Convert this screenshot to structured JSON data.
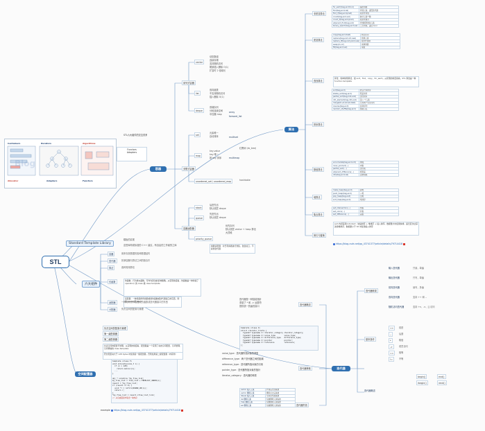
{
  "root": "STL",
  "hubs": {
    "containers": "容器",
    "iterators": "迭代器",
    "algorithms": "算法",
    "allocator": "空间配置器"
  },
  "left": {
    "stl_full_name": "Standard Template Library",
    "stl_desc1": "模板的实现",
    "stl_desc2": "这些库构成标准的 C++ 建议，有自由的工作者的之库",
    "six_components": "六大组件",
    "comp_items": [
      "容器",
      "迭代器",
      "算法",
      "仿函数",
      "适配器",
      "分配器"
    ],
    "comp_descs": [
      "用来存放数据的各种数据结构",
      "扮演容器与算法之间的胶合剂",
      "各种常用算法",
      "行为类似函数，可作为算法的某种策略",
      "一种用来修饰容器或仿函数或迭代器接口的东西",
      "负责空间的配置与管理"
    ],
    "func_para": "仿函数：行为类似函数，可作为算法的某种策略。从实现角度看，仿函数是一种重载了 operator() 的 class 或 class template",
    "adapter_para": "适配器：一种用来修饰容器或者仿函数或迭代器接口的东西，例如 queue 和 stack",
    "alloc_items": [
      "负责空间的配置与管理",
      "第一级配置器",
      "第二级配置器"
    ],
    "alloc_para1": "负责空间的配置与管理，从实现的角度看，配置器是一个实现了动态空间配置、空间管理、空间释放的 class template",
    "alloc_para2": "若分配区块大于 128 bytes 时使用第一级配置器，否则使用第二级配置器（内存池）",
    "code_lines": [
      "template <class T>",
      "void allocate(size_t n) {",
      "  if (n > 128)",
      "    return malloc(n);",
      "  ...",
      "}",
      "",
      "obj * volatile *my_free_list;",
      "my_free_list = free_list + FREELIST_INDEX(n);",
      "result = *my_free_list;",
      "if (result == 0) {",
      "  void *r = refill(ROUND_UP(n));",
      "  return r;",
      "}",
      "*my_free_list = result->free_list_link;"
    ],
    "code_comment": "// 从自由链表中取出一块内存",
    "link1": "https://blog.csdn.net/qq_43741377/article/details/79714418",
    "example_label": "example"
  },
  "containers": {
    "seq": "序列式容器",
    "assoc": "关联式容器",
    "adaptor": "容器适配器",
    "vector_label": "vector",
    "list_label": "list",
    "deque_label": "deque",
    "array_label": "array",
    "forward_list_label": "forward_list",
    "set_label": "set",
    "map_label": "map",
    "multiset_label": "multiset",
    "multimap_label": "multimap",
    "unordered_label": "unordered_set / unordered_map",
    "stack_label": "stack",
    "queue_label": "queue",
    "priority_label": "priority_queue",
    "hash_label": "hashtable",
    "rb_label": "红黑树 (rb_tree)",
    "vector_items": [
      "动态数组",
      "连续存储",
      "支持随机访问",
      "尾部插入删除 O(1)",
      "扩容时 2 倍增长"
    ],
    "list_items": [
      "双向链表",
      "不支持随机访问",
      "插入删除 O(1)"
    ],
    "deque_items": [
      "双端队列",
      "分段连续空间",
      "中控器 map"
    ],
    "set_items": [
      "元素唯一",
      "自动排序"
    ],
    "map_items": [
      "key-value",
      "key 唯一",
      "按 key 排序"
    ],
    "stack_items": [
      "后进先出",
      "默认底层 deque"
    ],
    "queue_items": [
      "先进先出",
      "默认底层 deque"
    ],
    "priority_items": [
      "优先队列",
      "默认底层 vector + heap 算法",
      "大顶堆"
    ],
    "adapter_para": "容器适配器：对已有容器进行封装，改变接口，不提供迭代器"
  },
  "diagram": {
    "title_iter": "Iterators",
    "title_alloc": "Allocator",
    "title_cont": "Containers",
    "title_algo": "Algorithms",
    "title_func": "Functors",
    "title_adapt": "Adapters",
    "caption": "STL六大组件的交互关系",
    "watermark": "Blog"
  },
  "algorithms": {
    "non_mutating": "非质变算法",
    "mutating": "质变算法",
    "numeric": "数值算法",
    "sort": "排序算法",
    "search": "查找算法",
    "heap": "堆算法",
    "set_ops": "集合算法",
    "copy": "拷贝与替换",
    "general_para": "算法：各种常用算法，如 sort、find、copy、for_each。从实现的角度来看，STL 算法是一种 function template",
    "table1": [
      [
        "for_each(beg,end,func)",
        "遍历容器"
      ],
      [
        "find(beg,end,val)",
        "查找元素，返回迭代器"
      ],
      [
        "find_if(beg,end,pred)",
        "按条件查找"
      ],
      [
        "count(beg,end,val)",
        "统计元素个数"
      ],
      [
        "count_if(beg,end,pred)",
        "按条件统计"
      ],
      [
        "adjacent_find(beg,end)",
        "查找相邻重复元素"
      ],
      [
        "binary_search(beg,end,val)",
        "二分查找，返回 bool"
      ]
    ],
    "table2": [
      [
        "sort(beg,end)",
        "默认升序排序"
      ],
      [
        "stable_sort(beg,end)",
        "稳定排序"
      ],
      [
        "partial_sort(beg,mid,end)",
        "部分排序"
      ],
      [
        "nth_element(beg,nth,end)",
        "第 n 个元素"
      ],
      [
        "merge(b1,e1,b2,e2,dest)",
        "合并两个有序序列"
      ],
      [
        "reverse(beg,end)",
        "反转序列"
      ],
      [
        "random_shuffle(beg,end)",
        "随机打乱"
      ]
    ],
    "table3": [
      [
        "copy(beg,end,dest)",
        "拷贝区间"
      ],
      [
        "replace(beg,end,old,new)",
        "替换元素"
      ],
      [
        "replace_if(beg,end,pred,new)",
        "按条件替换"
      ],
      [
        "swap(c1,c2)",
        "交换容器"
      ],
      [
        "fill(beg,end,val)",
        "填充"
      ]
    ],
    "table4": [
      [
        "accumulate(beg,end,init)",
        "求和"
      ],
      [
        "inner_product(...)",
        "内积"
      ],
      [
        "partial_sum(...)",
        "部分和"
      ],
      [
        "adjacent_difference(...)",
        "相邻差"
      ],
      [
        "iota(beg,end,val)",
        "递增填充"
      ]
    ],
    "table5": [
      [
        "make_heap(beg,end)",
        "建堆"
      ],
      [
        "push_heap(beg,end)",
        "入堆"
      ],
      [
        "pop_heap(beg,end)",
        "出堆"
      ],
      [
        "sort_heap(beg,end)",
        "堆排序"
      ]
    ],
    "table6": [
      [
        "set_intersection(...)",
        "交集"
      ],
      [
        "set_union(...)",
        "并集"
      ],
      [
        "set_difference(...)",
        "差集"
      ]
    ],
    "sort_para": "sort 内部采用 IntroSort：快速排序 + 堆排序 + 插入排序。数据量大时使用快排，递归层次过深改用堆排序，数据量小于 16 时使用插入排序",
    "link2": "https://blog.csdn.net/qq_43741377/article/details/79714418"
  },
  "iterators": {
    "concept": "迭代器概念",
    "categories": "迭代器种类",
    "traits": "迭代器萃取",
    "invalidation": "迭代器失效",
    "cat_items": [
      "输入迭代器",
      "输出迭代器",
      "前向迭代器",
      "双向迭代器",
      "随机访问迭代器"
    ],
    "cat_descs": [
      "只读，单遍",
      "只写，单遍",
      "读写，多遍",
      "支持 ++ 和 --",
      "支持 +n、-n、[] 访问"
    ],
    "concept_items": [
      "迭代器是一种智能指针",
      "重载了 * 和 -> 运算符",
      "提供统一的遍历接口"
    ],
    "traits_code": [
      "template <class I>",
      "struct iterator_traits {",
      "  typedef typename I::iterator_category iterator_category;",
      "  typedef typename I::value_type        value_type;",
      "  typedef typename I::difference_type   difference_type;",
      "  typedef typename I::pointer           pointer;",
      "  typedef typename I::reference         reference;",
      "};"
    ],
    "traits_items": [
      "value_type：迭代器所指对象的类型",
      "difference_type：两个迭代器之间的距离",
      "reference_type：迭代器所指对象的引用",
      "pointer_type：迭代器所指对象的指针",
      "iterator_category：迭代器的种类"
    ],
    "inval_items": [
      [
        "vector 插入元素",
        "扩容后全部失效"
      ],
      [
        "vector 删除元素",
        "删除点之后失效"
      ],
      [
        "deque 插入元素",
        "全部迭代器失效"
      ],
      [
        "list 删除元素",
        "仅被删除元素失效"
      ],
      [
        "map 删除元素",
        "仅被删除元素失效"
      ],
      [
        "set 删除元素",
        "仅被删除元素失效"
      ]
    ],
    "ops_label": "基本操作",
    "ops": [
      "++",
      "--",
      "*",
      "->",
      "==",
      "!="
    ],
    "op_descs": [
      "前进",
      "后退",
      "取值",
      "成员访问",
      "相等",
      "不等"
    ],
    "begin_end": [
      "begin()",
      "end()",
      "rbegin()",
      "rend()"
    ]
  }
}
